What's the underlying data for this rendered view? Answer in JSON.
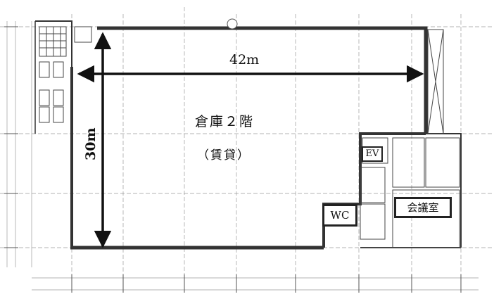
{
  "plan": {
    "width_label": "42m",
    "height_label": "30m",
    "floor_name": "倉庫２階",
    "usage": "（賃貸）",
    "rooms": {
      "ev": "EV",
      "wc": "WC",
      "meeting": "会議室"
    }
  }
}
